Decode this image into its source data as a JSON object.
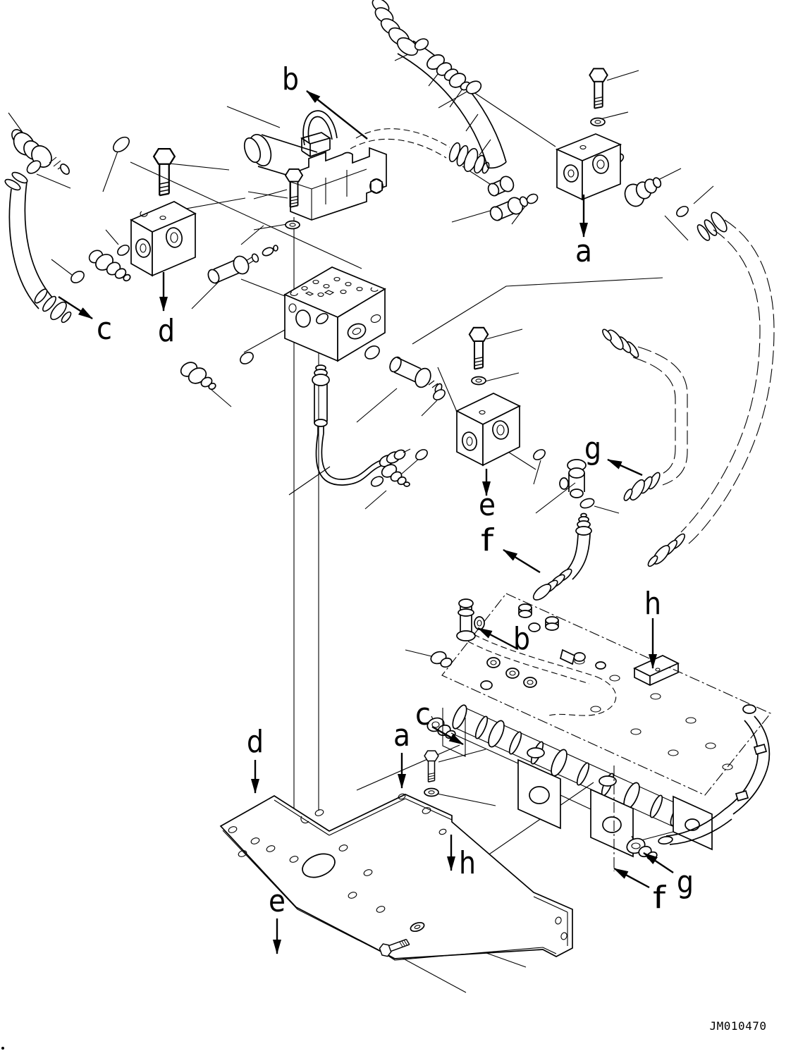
{
  "figure": {
    "part_number": "JM010470",
    "callouts": {
      "b_top": "b",
      "a_top": "a",
      "c_top": "c",
      "d_top": "d",
      "e_mid": "e",
      "f_mid": "f",
      "g_mid": "g",
      "h_right": "h",
      "b_valve": "b",
      "c_valve": "c",
      "h_plate": "h",
      "f_bottom": "f",
      "g_bottom": "g",
      "d_plate": "d",
      "a_plate": "a",
      "e_plate": "e"
    }
  }
}
